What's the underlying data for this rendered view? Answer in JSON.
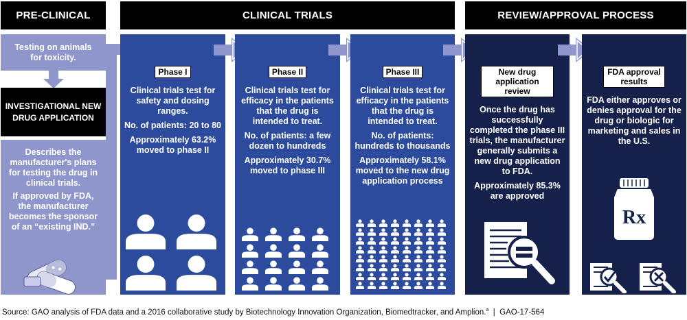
{
  "headers": {
    "preclinical": "PRE-CLINICAL",
    "clinical": "CLINICAL TRIALS",
    "review": "REVIEW/APPROVAL PROCESS"
  },
  "preclinical": {
    "testing": "Testing on  animals for toxicity.",
    "ind": "INVESTIGATIONAL NEW DRUG APPLICATION",
    "desc1": "Describes the manufacturer's plans for testing the drug in clinical trials.",
    "desc2": "If approved by FDA, the manufacturer becomes the sponsor of an “existing IND.”"
  },
  "phase1": {
    "title": "Phase I",
    "desc": "Clinical trials test for safety and dosing ranges.",
    "patients": "No. of patients: 20 to 80",
    "rate": "Approximately 63.2% moved to phase II"
  },
  "phase2": {
    "title": "Phase II",
    "desc": "Clinical trials test for efficacy in the patients that the drug is intended to treat.",
    "patients": "No. of patients: a few dozen to hundreds",
    "rate": "Approximately 30.7% moved to phase III"
  },
  "phase3": {
    "title": "Phase III",
    "desc": "Clinical trials test for efficacy in the patients that the drug is intended to treat.",
    "patients": "No. of patients: hundreds to thousands",
    "rate": "Approximately 58.1% moved to the new drug application process"
  },
  "nda": {
    "title": "New drug application review",
    "desc": "Once the drug has successfully completed the phase III trials, the manufacturer generally submits a new drug application to FDA.",
    "rate": "Approximately 85.3% are approved"
  },
  "fda": {
    "title": "FDA approval results",
    "desc": "FDA either approves or denies approval for the drug or biologic for marketing and sales in the U.S.",
    "rx": "Rx"
  },
  "source": {
    "text": "Source: GAO analysis of FDA data and a 2016 collaborative study by Biotechnology Innovation Organization, Biomedtracker, and Amplion.",
    "note": "a",
    "id": "  |  GAO-17-564"
  },
  "colors": {
    "light_purple": "#8f96cb",
    "blue": "#2d4b9d",
    "navy": "#15214a",
    "black": "#000000"
  }
}
